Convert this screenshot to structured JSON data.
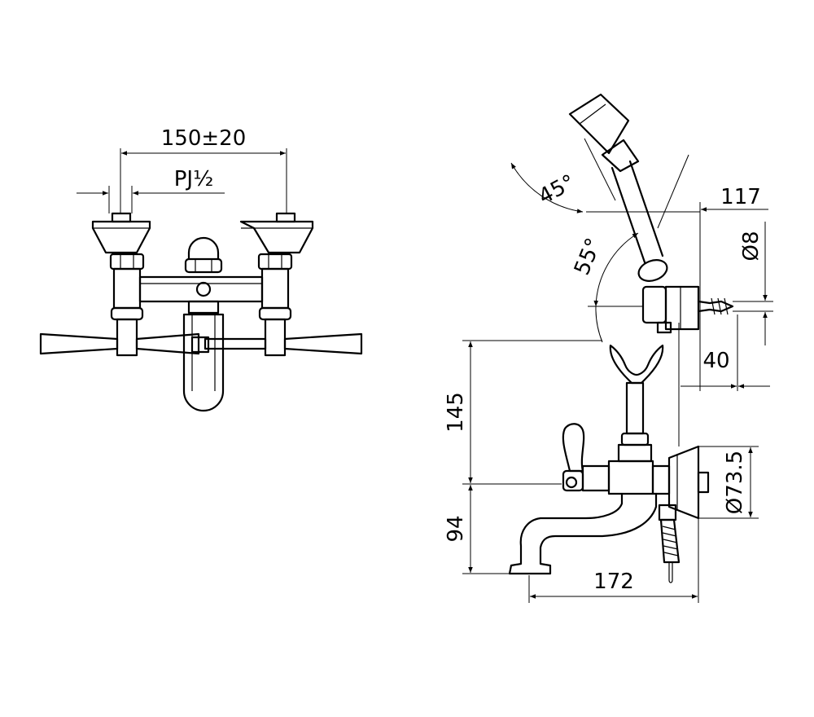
{
  "colors": {
    "line": "#000000",
    "background": "#ffffff"
  },
  "front_view": {
    "spacing_dim": "150±20",
    "thread_dim": "PJ½"
  },
  "side_view": {
    "angle_handshower": "45°",
    "angle_holder": "55°",
    "dim_117": "117",
    "dim_dia8": "Ø8",
    "dim_40": "40",
    "dim_145": "145",
    "dim_94": "94",
    "dim_dia73_5": "Ø73.5",
    "dim_172": "172"
  }
}
